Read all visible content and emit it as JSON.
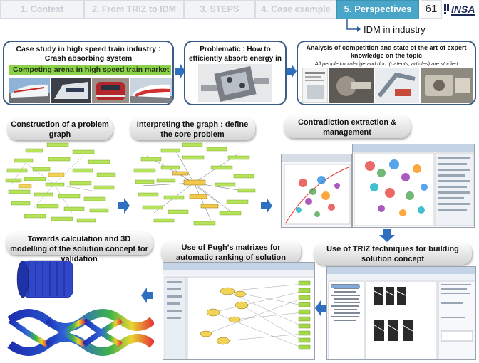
{
  "tabs": [
    {
      "label": "1. Context",
      "active": false
    },
    {
      "label": "2. From TRIZ to IDM",
      "active": false
    },
    {
      "label": "3. STEPS",
      "active": false
    },
    {
      "label": "4. Case example",
      "active": false
    },
    {
      "label": "5. Perspectives",
      "active": true
    }
  ],
  "page_number": "61",
  "logo_text": "INSA",
  "section_link": "IDM in industry",
  "boxes": {
    "case_study": {
      "title": "Case study in high speed train industry : Crash absorbing system",
      "band": "Competing arena in high speed train market"
    },
    "problematic": {
      "title": "Problematic : How to efficiently absorb energy in crash situations?"
    },
    "analysis": {
      "title": "Analysis of competition and state of the art of expert knowledge on the topic",
      "subtitle": "All people knowledge and doc. (patents, articles) are studied"
    }
  },
  "steps": {
    "construction": "Construction of a problem graph",
    "interpreting": "Interpreting the graph : define the core problem",
    "contradiction": "Contradiction extraction & management",
    "calculation": "Towards calculation and 3D modelling of the solution concept for validation",
    "pugh": "Use of Pugh’s matrixes for automatic ranking of solution concepts",
    "triz": "Use of TRIZ techniques for building solution concept"
  },
  "colors": {
    "tab_active": "#4aa6c8",
    "box_border": "#3a5d86",
    "band": "#8bd04a",
    "arrow": "#2f6fbf",
    "graph_node": "#a6d84a"
  }
}
